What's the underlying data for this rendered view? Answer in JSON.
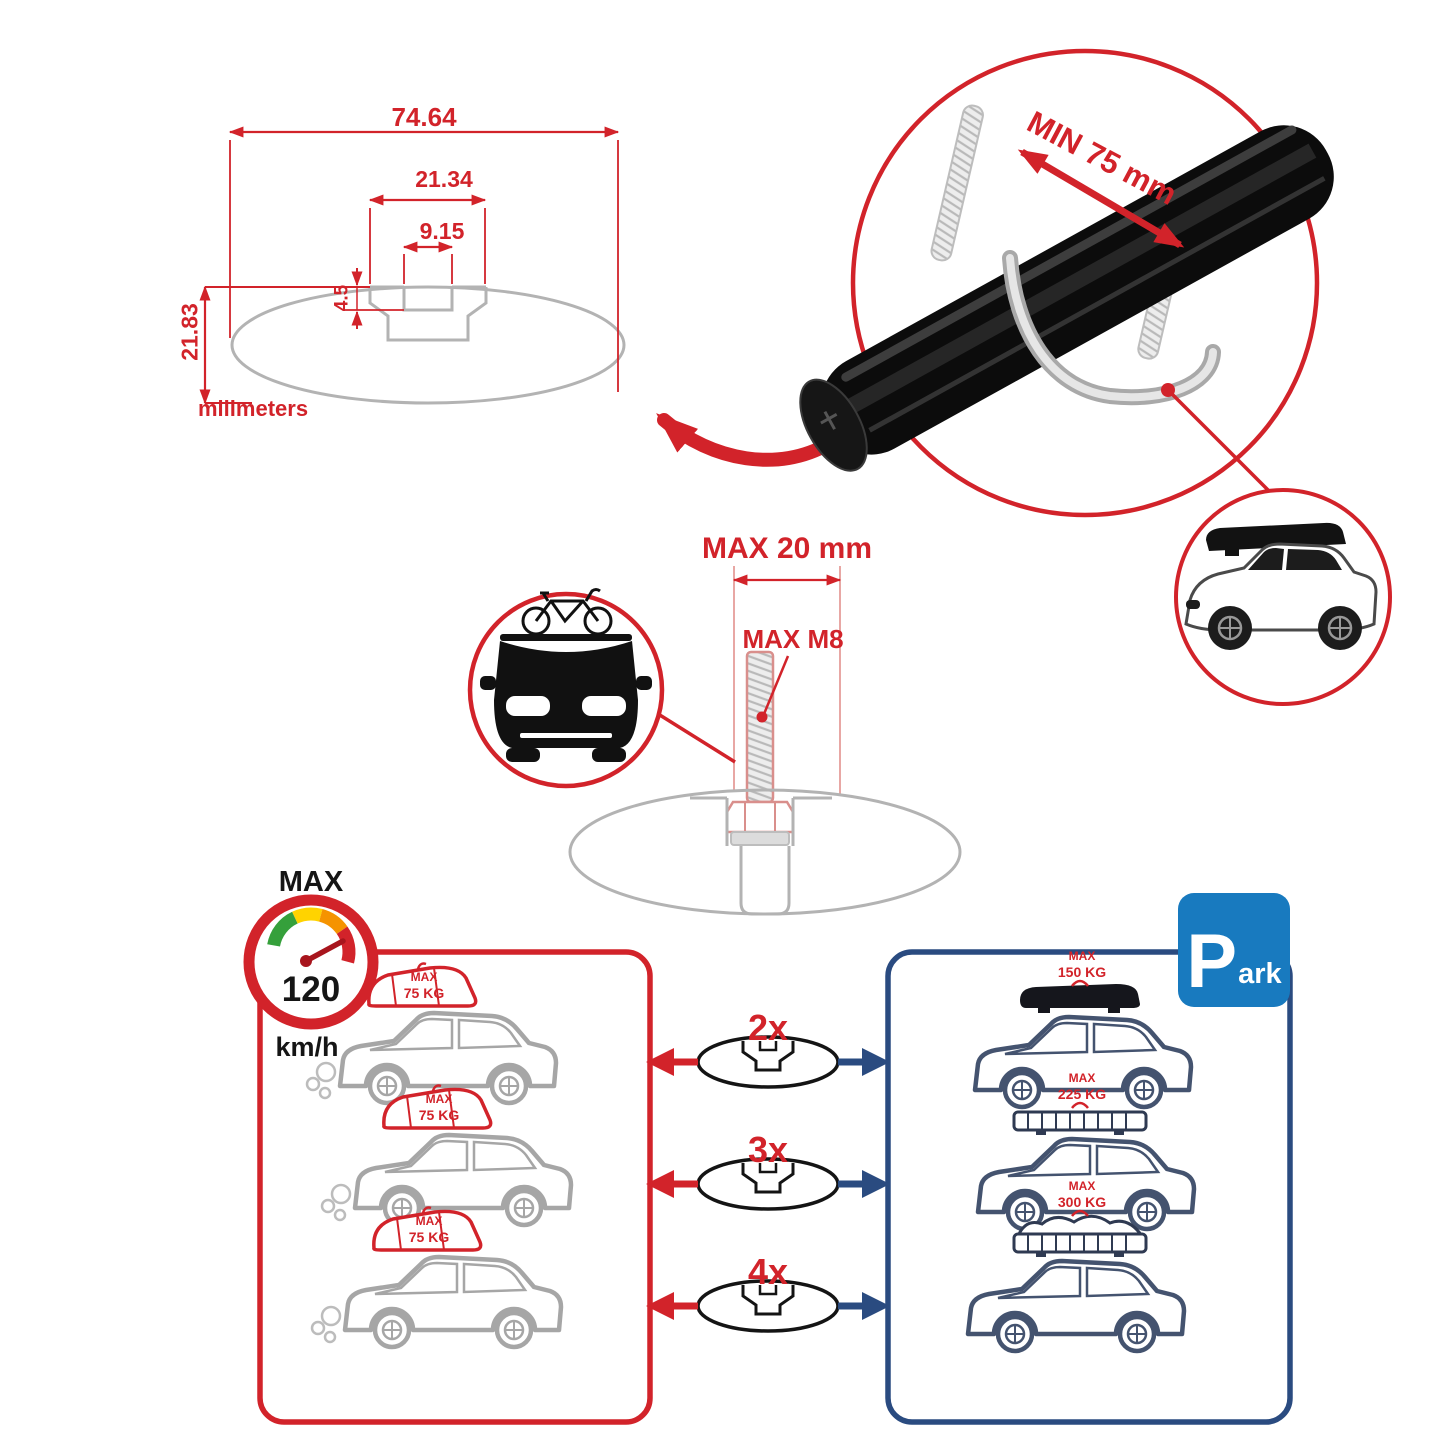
{
  "profile_drawing": {
    "total_width": "74.64",
    "channel_width": "21.34",
    "slot_width": "9.15",
    "step_depth": "4.5",
    "total_height": "21.83",
    "units_label": "milimeters"
  },
  "clamp_detail": {
    "min_clearance": "MIN 75 mm"
  },
  "bolt_detail": {
    "max_length": "MAX 20 mm",
    "max_thread": "MAX M8"
  },
  "speed_limit": {
    "label": "MAX",
    "value": "120",
    "units": "km/h"
  },
  "multipliers": [
    {
      "label": "2x"
    },
    {
      "label": "3x"
    },
    {
      "label": "4x"
    }
  ],
  "roof_loads_driving": [
    {
      "max_label": "MAX",
      "weight": "75 KG"
    },
    {
      "max_label": "MAX",
      "weight": "75 KG"
    },
    {
      "max_label": "MAX",
      "weight": "75 KG"
    }
  ],
  "roof_loads_parked": [
    {
      "max_label": "MAX",
      "weight": "150 KG"
    },
    {
      "max_label": "MAX",
      "weight": "225 KG"
    },
    {
      "max_label": "MAX",
      "weight": "300 KG"
    }
  ],
  "park_sign": {
    "letter": "P",
    "suffix": "ark"
  },
  "colors": {
    "red": "#d2232a",
    "navy": "#2a4b80",
    "sign_blue": "#187abf",
    "gray_profile": "#b3b3b3",
    "bar_black": "#0c0c0c"
  }
}
